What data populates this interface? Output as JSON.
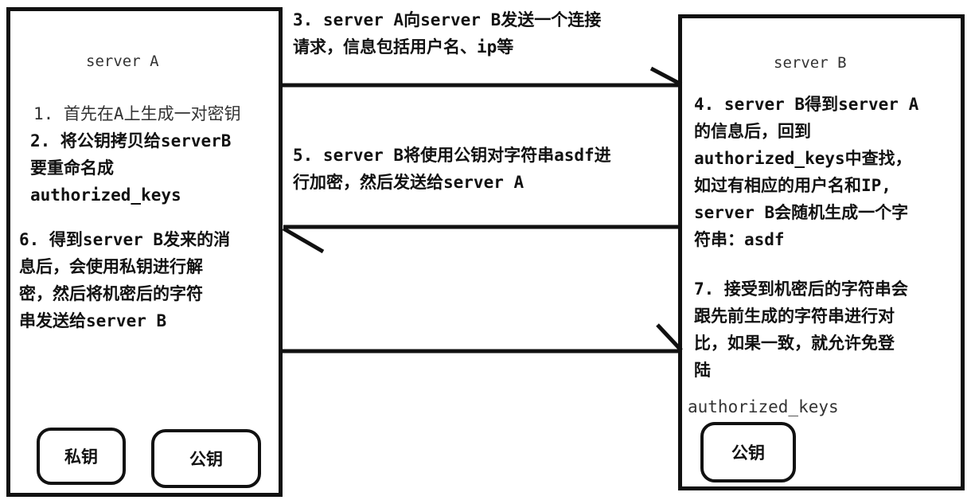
{
  "server_a": {
    "title": "server A",
    "step1": "1. 首先在A上生成一对密钥",
    "step2_lines": [
      "2. 将公钥拷贝给serverB",
      "要重命名成",
      "authorized_keys"
    ],
    "step6_lines": [
      "6. 得到server B发来的消",
      "息后，会使用私钥进行解",
      "密，然后将机密后的字符",
      "串发送给server B"
    ],
    "private_key": "私钥",
    "public_key": "公钥"
  },
  "server_b": {
    "title": "server B",
    "step4_lines": [
      "4. server B得到server A",
      "的信息后，回到",
      "authorized_keys中查找，",
      "如过有相应的用户名和IP,",
      "server B会随机生成一个字",
      "符串：asdf"
    ],
    "step7_lines": [
      "7. 接受到机密后的字符串会",
      "跟先前生成的字符串进行对",
      "比，如果一致，就允许免登",
      "陆"
    ],
    "authorized_keys": "authorized_keys",
    "public_key": "公钥"
  },
  "middle": {
    "step3_lines": [
      "3. server A向server B发送一个连接",
      "请求，信息包括用户名、ip等"
    ],
    "step5_lines": [
      "5. server B将使用公钥对字符串asdf进",
      "行加密，然后发送给server A"
    ]
  }
}
